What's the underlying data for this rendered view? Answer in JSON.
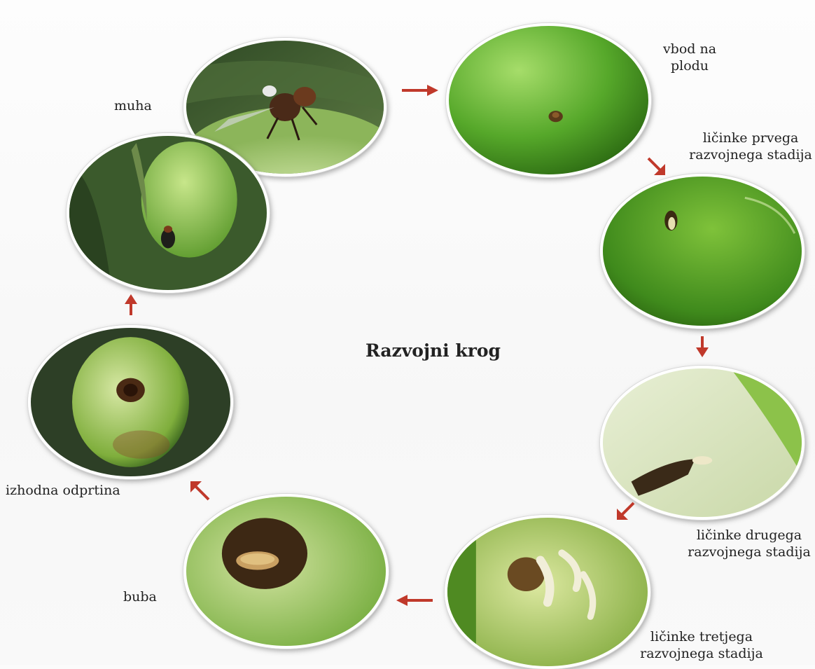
{
  "title": "Razvojni krog",
  "stages": {
    "muha": {
      "lines": [
        "muha"
      ]
    },
    "vbod": {
      "lines": [
        "vbod na",
        "plodu"
      ]
    },
    "prva": {
      "lines": [
        "ličinke prvega",
        "razvojnega stadija"
      ]
    },
    "druga": {
      "lines": [
        "ličinke drugega",
        "razvojnega stadija"
      ]
    },
    "tretja": {
      "lines": [
        "ličinke tretjega",
        "razvojnega stadija"
      ]
    },
    "buba": {
      "lines": [
        "buba"
      ]
    },
    "izhodna": {
      "lines": [
        "izhodna odprtina"
      ]
    }
  },
  "colors": {
    "arrow": "#c0392b",
    "olive_light": "#b9e07a",
    "olive_mid": "#7fc23a",
    "olive_dark": "#3f7a1a",
    "frame": "#ffffff"
  }
}
